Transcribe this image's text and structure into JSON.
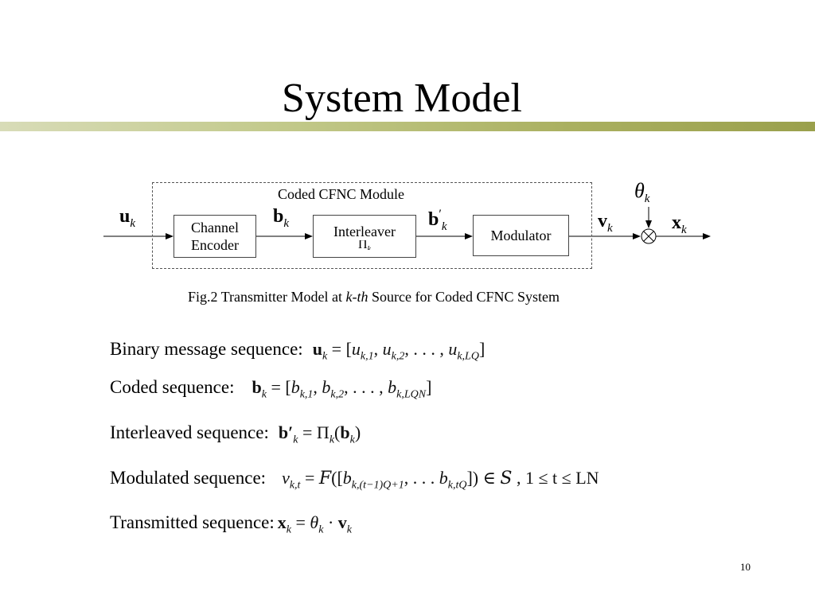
{
  "slide": {
    "title": "System Model",
    "page_number": "10"
  },
  "diagram": {
    "module_label": "Coded CFNC Module",
    "blocks": {
      "encoder_line1": "Channel",
      "encoder_line2": "Encoder",
      "interleaver_label": "Interleaver",
      "interleaver_symbol": "Π",
      "interleaver_symbol_sub": "k",
      "modulator_label": "Modulator"
    },
    "signals": {
      "input": "u",
      "after_encoder": "b",
      "after_interleaver": "b",
      "after_interleaver_prime": "′",
      "after_modulator": "v",
      "output": "x",
      "phase": "θ",
      "index": "k"
    },
    "caption": {
      "before": "Fig.2 Transmitter Model at ",
      "italic": "k-th",
      "after": " Source for Coded CFNC System"
    }
  },
  "equations": {
    "binary": {
      "label": "Binary message sequence:",
      "lhs": "u",
      "lhs_sub": "k",
      "rhs_open": " = [",
      "e1": "u",
      "e1_sub": "k,1",
      "e2": "u",
      "e2_sub": "k,2",
      "dots": ", . . . , ",
      "e3": "u",
      "e3_sub": "k,LQ",
      "rhs_close": "]"
    },
    "coded": {
      "label": "Coded sequence:",
      "lhs": "b",
      "lhs_sub": "k",
      "rhs_open": " = [",
      "e1": "b",
      "e1_sub": "k,1",
      "e2": "b",
      "e2_sub": "k,2",
      "dots": ", . . . , ",
      "e3": "b",
      "e3_sub": "k,LQN",
      "rhs_close": "]"
    },
    "interleaved": {
      "label": "Interleaved sequence:",
      "lhs": "b′",
      "lhs_sub": "k",
      "mid": " = Π",
      "mid_sub": "k",
      "paren_open": "(",
      "arg": "b",
      "arg_sub": "k",
      "paren_close": ")"
    },
    "modulated": {
      "label": "Modulated sequence:",
      "lhs": "v",
      "lhs_sub": "k,t",
      "eq": " = ",
      "func": "F",
      "open": "([",
      "e1": "b",
      "e1_sub": "k,(t−1)Q+1",
      "dots": ", . . . ",
      "e2": "b",
      "e2_sub": "k,tQ",
      "close": "]) ∈ ",
      "set": "S",
      "range": " , 1 ≤ t ≤ LN"
    },
    "transmitted": {
      "label": "Transmitted sequence:",
      "lhs": "x",
      "lhs_sub": "k",
      "eq": " = ",
      "theta": "θ",
      "theta_sub": "k",
      "dot": " · ",
      "v": "v",
      "v_sub": "k"
    }
  }
}
